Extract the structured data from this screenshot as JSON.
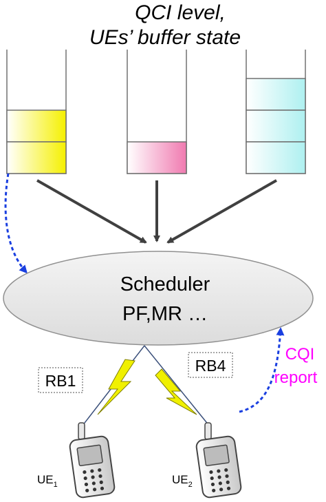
{
  "title": {
    "line1": "QCI level,",
    "line2": "UEs’ buffer state"
  },
  "buffers": [
    {
      "name": "buffer-1",
      "color": "#f5f000",
      "filled_slots": 2
    },
    {
      "name": "buffer-2",
      "color": "#f07ab0",
      "filled_slots": 1
    },
    {
      "name": "buffer-3",
      "color": "#aef0f0",
      "filled_slots": 3
    }
  ],
  "scheduler": {
    "line1": "Scheduler",
    "line2": "PF,MR …"
  },
  "resource_blocks": [
    {
      "label": "RB1"
    },
    {
      "label": "RB4"
    }
  ],
  "cqi": {
    "line1": "CQI",
    "line2": "report",
    "color": "#ff00ff"
  },
  "ues": [
    {
      "main": "UE",
      "sub": "1"
    },
    {
      "main": "UE",
      "sub": "2"
    }
  ],
  "colors": {
    "arrow": "#404040",
    "feedback_arrow": "#1a3fe0",
    "lightning": "#f0f000",
    "scheduler_fill": "#e6e6e6"
  }
}
